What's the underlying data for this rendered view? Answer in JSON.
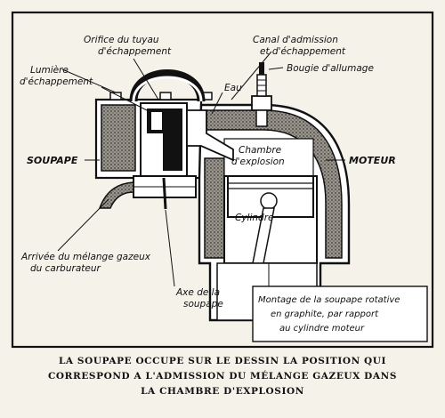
{
  "labels": {
    "orifice_line1": "Orifice du tuyau",
    "orifice_line2": "d'échappement",
    "lumiere_line1": "Lumière",
    "lumiere_line2": "d'échappement",
    "canal_line1": "Canal d'admission",
    "canal_line2": "et d'échappement",
    "bougie": "Bougie d'allumage",
    "eau": "Eau",
    "chambre_line1": "Chambre",
    "chambre_line2": "d'explosion",
    "soupape": "SOUPAPE",
    "moteur": "MOTEUR",
    "cylindre": "Cylindre",
    "arrivee_line1": "Arrivée du mélange gazeux",
    "arrivee_line2": "du carburateur",
    "axe_line1": "Axe de la",
    "axe_line2": "soupape"
  },
  "note": {
    "line1": "Montage de la soupape rotative",
    "line2": "en graphite, par rapport",
    "line3": "au cylindre moteur"
  },
  "caption": {
    "line1": "LA SOUPAPE OCCUPE SUR LE DESSIN LA POSITION QUI",
    "line2": "CORRESPOND A L'ADMISSION DU MÉLANGE GAZEUX DANS",
    "line3": "LA CHAMBRE D'EXPLOSION"
  }
}
